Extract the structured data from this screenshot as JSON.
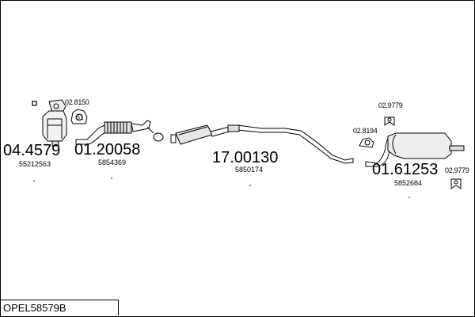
{
  "parts": {
    "catalyst": {
      "part_no": "04.4579",
      "oem": "55212563"
    },
    "catalyst_clamp": {
      "part_no": "02.8150"
    },
    "front_pipe": {
      "part_no": "01.20058",
      "oem": "5854369"
    },
    "middle_silencer": {
      "part_no": "17.00130",
      "oem": "5850174"
    },
    "rear_hanger_a": {
      "part_no": "02.9779"
    },
    "rear_hanger_b": {
      "part_no": "02.8194"
    },
    "rear_silencer": {
      "part_no": "01.61253",
      "oem": "5852684"
    },
    "rear_hanger_c": {
      "part_no": "02.9779"
    }
  },
  "footer": {
    "model_code": "OPEL58579B"
  }
}
